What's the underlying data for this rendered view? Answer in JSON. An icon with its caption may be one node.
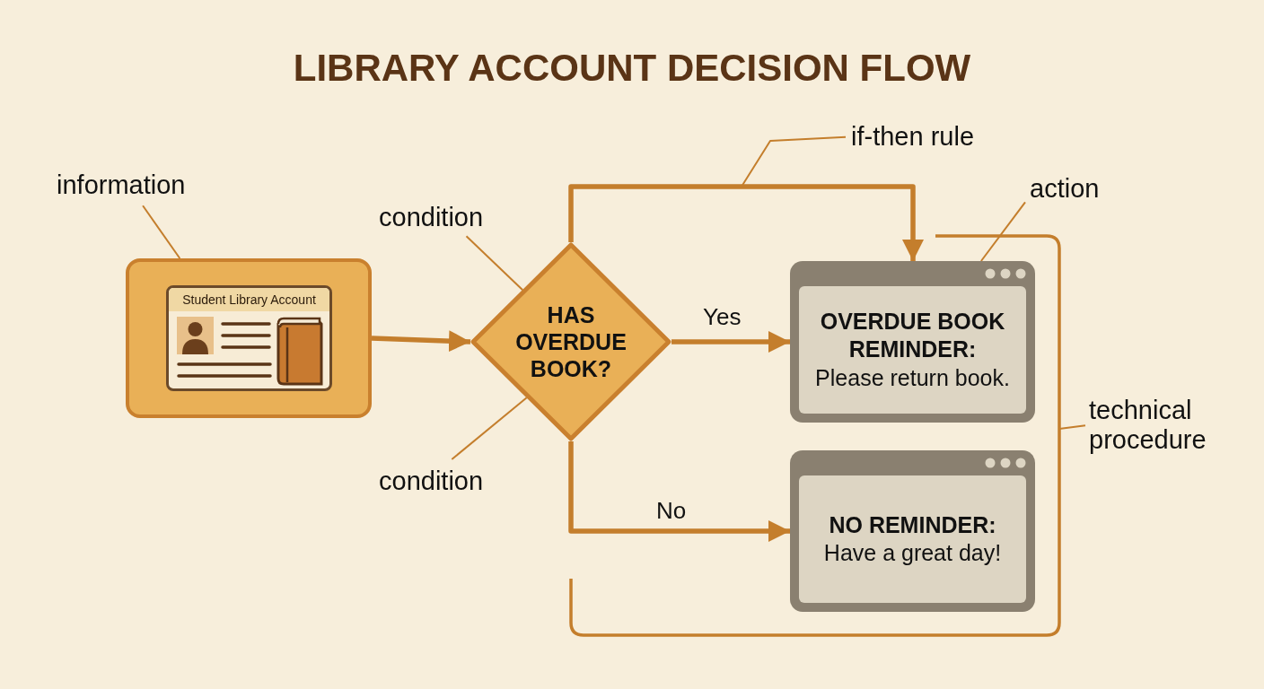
{
  "diagram": {
    "title": "LIBRARY ACCOUNT DECISION FLOW",
    "nodes": [
      {
        "text": [],
        "shape": "box"
      },
      {
        "text": [
          "Student Library Account"
        ],
        "in": 0
      },
      {
        "text": [
          "HAS OVERDUE BOOK?"
        ]
      },
      {
        "text": [
          "OVERDUE BOOK REMINDER:",
          "Please return book."
        ]
      },
      {
        "text": [
          "NO REMINDER:",
          "Have a great day!"
        ]
      },
      {
        "text": [
          "information"
        ]
      },
      {
        "text": [
          "condition"
        ]
      },
      {
        "text": [
          "condition"
        ]
      },
      {
        "text": [
          "if-then rule"
        ]
      },
      {
        "text": [
          "action"
        ]
      },
      {
        "text": [
          "technical procedure"
        ]
      }
    ],
    "edges": [
      {
        "from": 0,
        "to": 2,
        "arrow": "to",
        "style": "thick"
      },
      {
        "from": 2,
        "to": 3,
        "arrow": "to",
        "label": "Yes",
        "style": "thick"
      },
      {
        "from": 2,
        "to": 4,
        "arrow": "to",
        "label": "No",
        "style": "thick"
      },
      {
        "from": 2,
        "to": 3,
        "arrow": "to",
        "style": "thick"
      },
      {
        "from": 5,
        "to": 0,
        "arrow": "none"
      },
      {
        "from": 6,
        "to": 2,
        "arrow": "none"
      },
      {
        "from": 7,
        "to": 2,
        "arrow": "none"
      },
      {
        "from": 8,
        "to": null,
        "arrow": "none"
      },
      {
        "from": 9,
        "to": 3,
        "arrow": "none"
      },
      {
        "from": 10,
        "to": null,
        "arrow": "none"
      }
    ]
  }
}
